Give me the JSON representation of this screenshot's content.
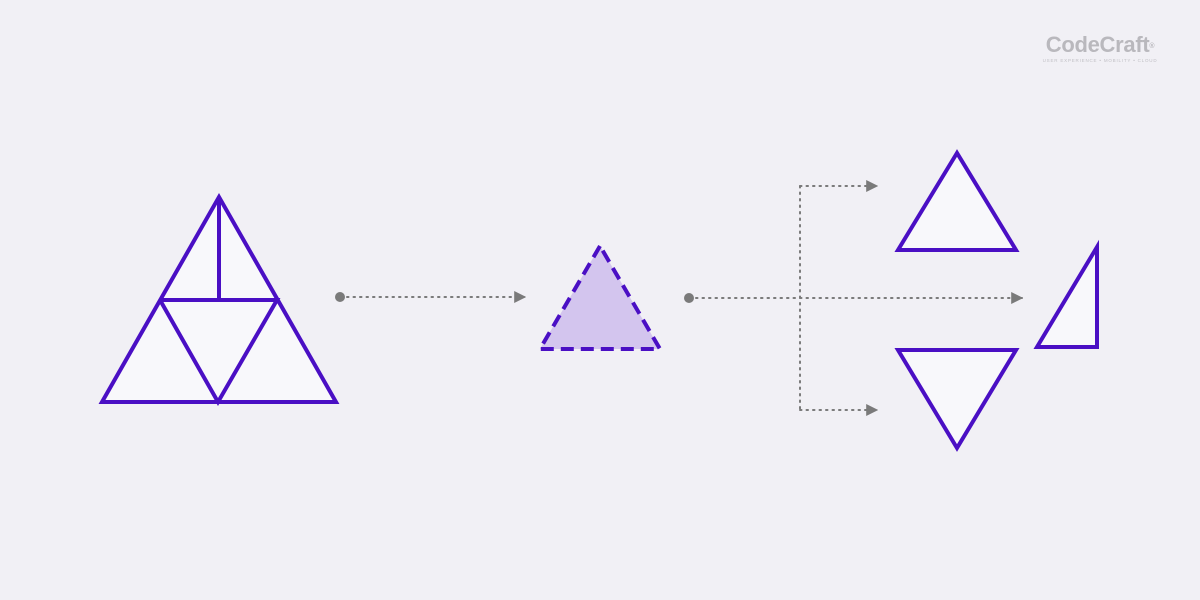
{
  "brand": {
    "name": "CodeCraft",
    "registered_mark": "®",
    "tagline": "USER EXPERIENCE • MOBILITY • CLOUD"
  },
  "colors": {
    "background": "#f1f0f5",
    "stroke": "#4a0fc4",
    "shape_fill": "#f8f8fb",
    "highlight_fill": "#d3c5ee",
    "connector": "#7a7a7a",
    "logo": "#b9b8bd"
  },
  "diagram": {
    "source": "composite triangle subdivided into smaller triangles",
    "selected": "single triangle highlighted with dashed outline",
    "outputs": [
      "upright triangle",
      "right triangle",
      "inverted triangle"
    ]
  }
}
